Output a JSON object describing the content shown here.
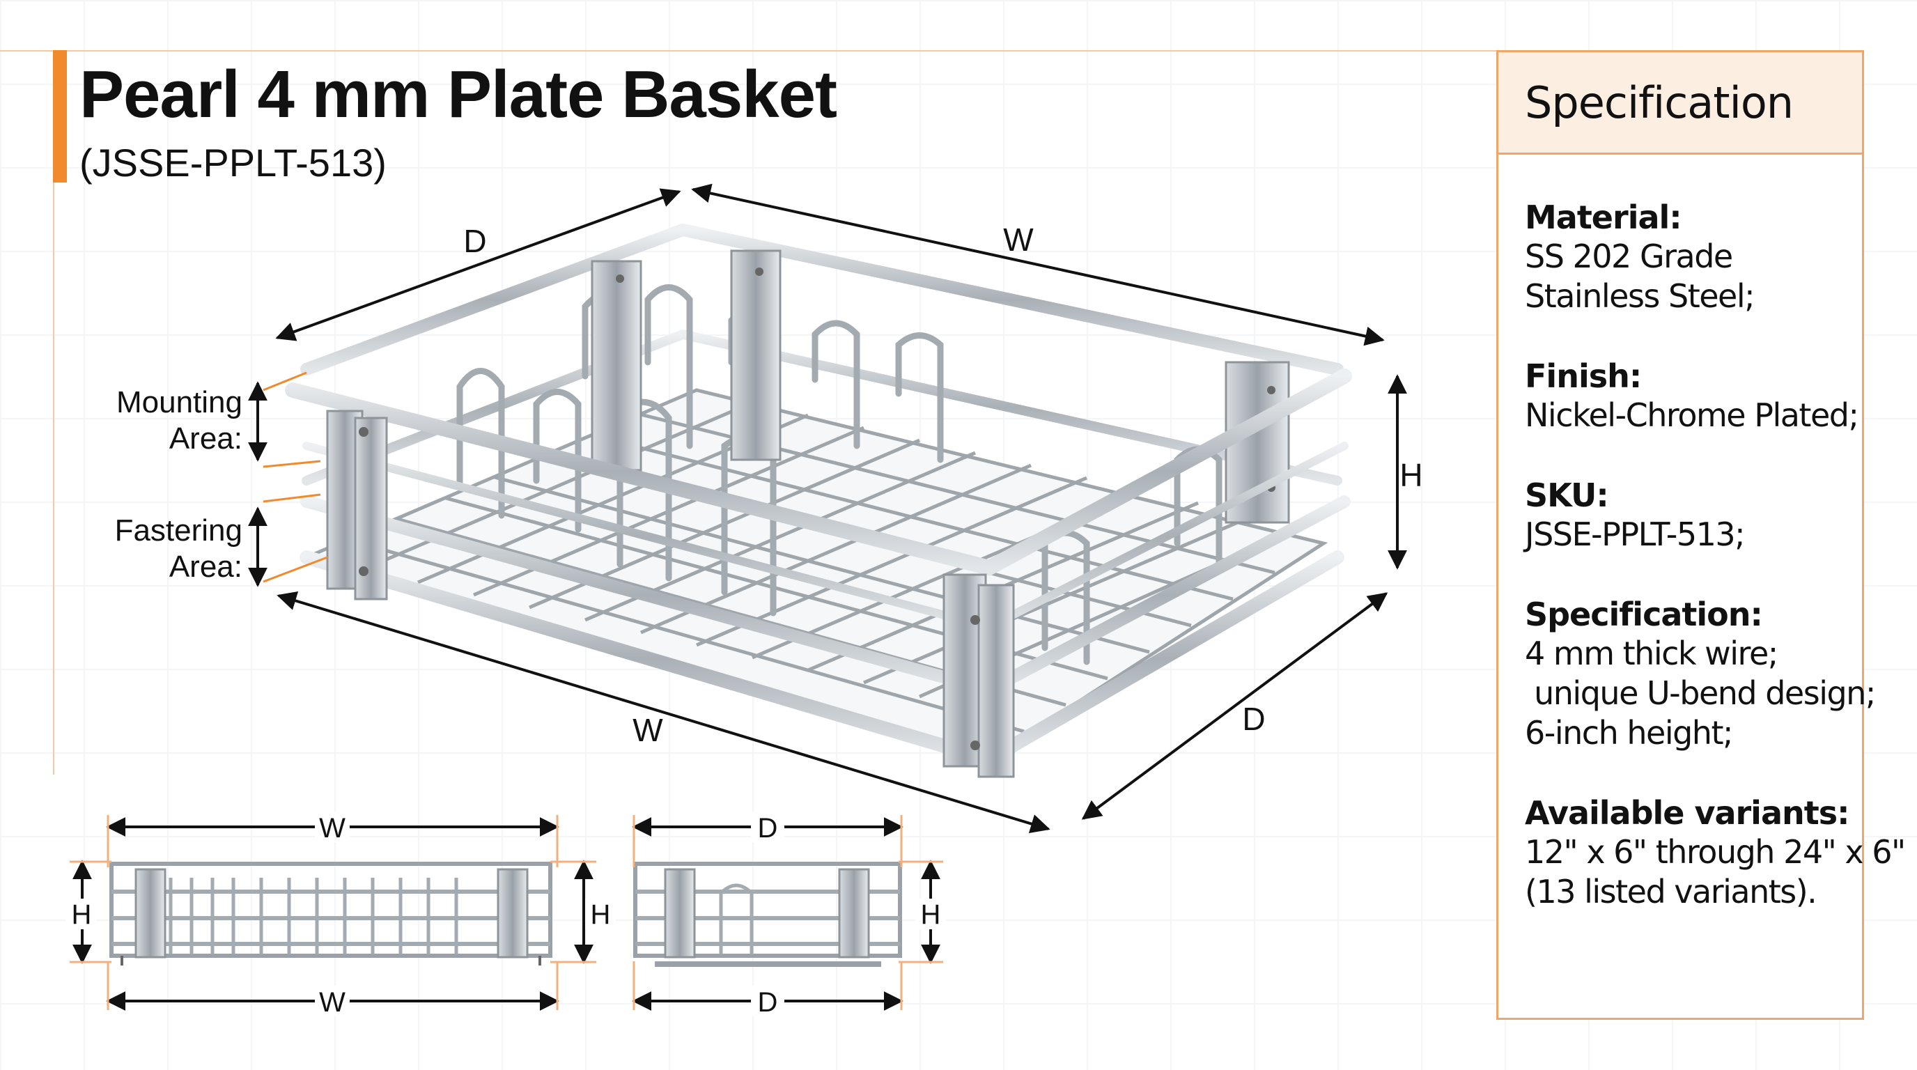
{
  "header": {
    "title": "Pearl 4 mm Plate Basket",
    "model": "(JSSE-PPLT-513)"
  },
  "main_view": {
    "dimension_labels": {
      "depth": "D",
      "width": "W",
      "height": "H"
    },
    "callouts": {
      "mounting_line1": "Mounting",
      "mounting_line2": "Area:",
      "fastening_line1": "Fastering",
      "fastening_line2": "Area:"
    }
  },
  "front_view": {
    "width_label": "W",
    "height_label": "H"
  },
  "side_view": {
    "depth_label": "D",
    "height_label": "H"
  },
  "specification": {
    "heading": "Specification",
    "items": [
      {
        "label": "Material:",
        "lines": [
          "SS 202 Grade",
          "Stainless Steel;"
        ]
      },
      {
        "label": "Finish:",
        "lines": [
          "Nickel-Chrome Plated;"
        ]
      },
      {
        "label": "SKU:",
        "lines": [
          "JSSE-PPLT-513;"
        ]
      },
      {
        "label": "Specification:",
        "lines": [
          "4 mm thick wire;",
          " unique U-bend design;",
          "6-inch height;"
        ]
      },
      {
        "label": "Available variants:",
        "lines": [
          "12\" x 6\" through 24\" x 6\"",
          "(13 listed variants)."
        ]
      }
    ]
  },
  "colors": {
    "accent": "#f08a2c",
    "panel_border": "#f0a56a",
    "panel_header": "#fdeee2",
    "steel": "#b8bec4"
  }
}
